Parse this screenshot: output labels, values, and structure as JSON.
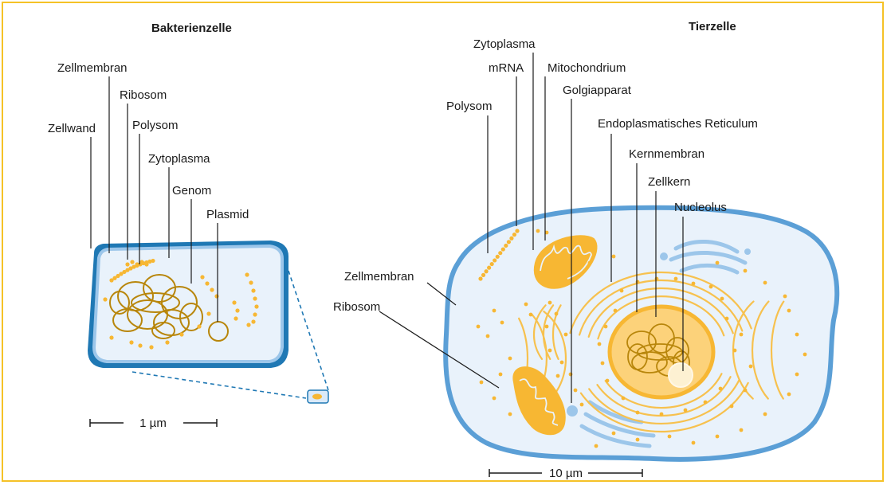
{
  "bacterium": {
    "title": "Bakterienzelle",
    "labels": {
      "zellmembran": "Zellmembran",
      "ribosom": "Ribosom",
      "zellwand": "Zellwand",
      "polysom": "Polysom",
      "zytoplasma": "Zytoplasma",
      "genom": "Genom",
      "plasmid": "Plasmid"
    },
    "scale": "1 µm"
  },
  "animal_cell": {
    "title": "Tierzelle",
    "labels": {
      "zytoplasma": "Zytoplasma",
      "mrna": "mRNA",
      "mitochondrium": "Mitochondrium",
      "polysom": "Polysom",
      "golgiapparat": "Golgiapparat",
      "er": "Endoplasmatisches Reticulum",
      "kernmembran": "Kernmembran",
      "zellkern": "Zellkern",
      "nucleolus": "Nucleolus",
      "zellmembran": "Zellmembran",
      "ribosom": "Ribosom"
    },
    "scale": "10 µm"
  },
  "colors": {
    "frame": "#f5c227",
    "membrane": "#5b9fd6",
    "cytoplasm": "#e9f2fb",
    "cell_wall": "#1f78b4",
    "organelle": "#f7b733",
    "dna": "#b8860b",
    "nucleus": "#fcd27a"
  }
}
